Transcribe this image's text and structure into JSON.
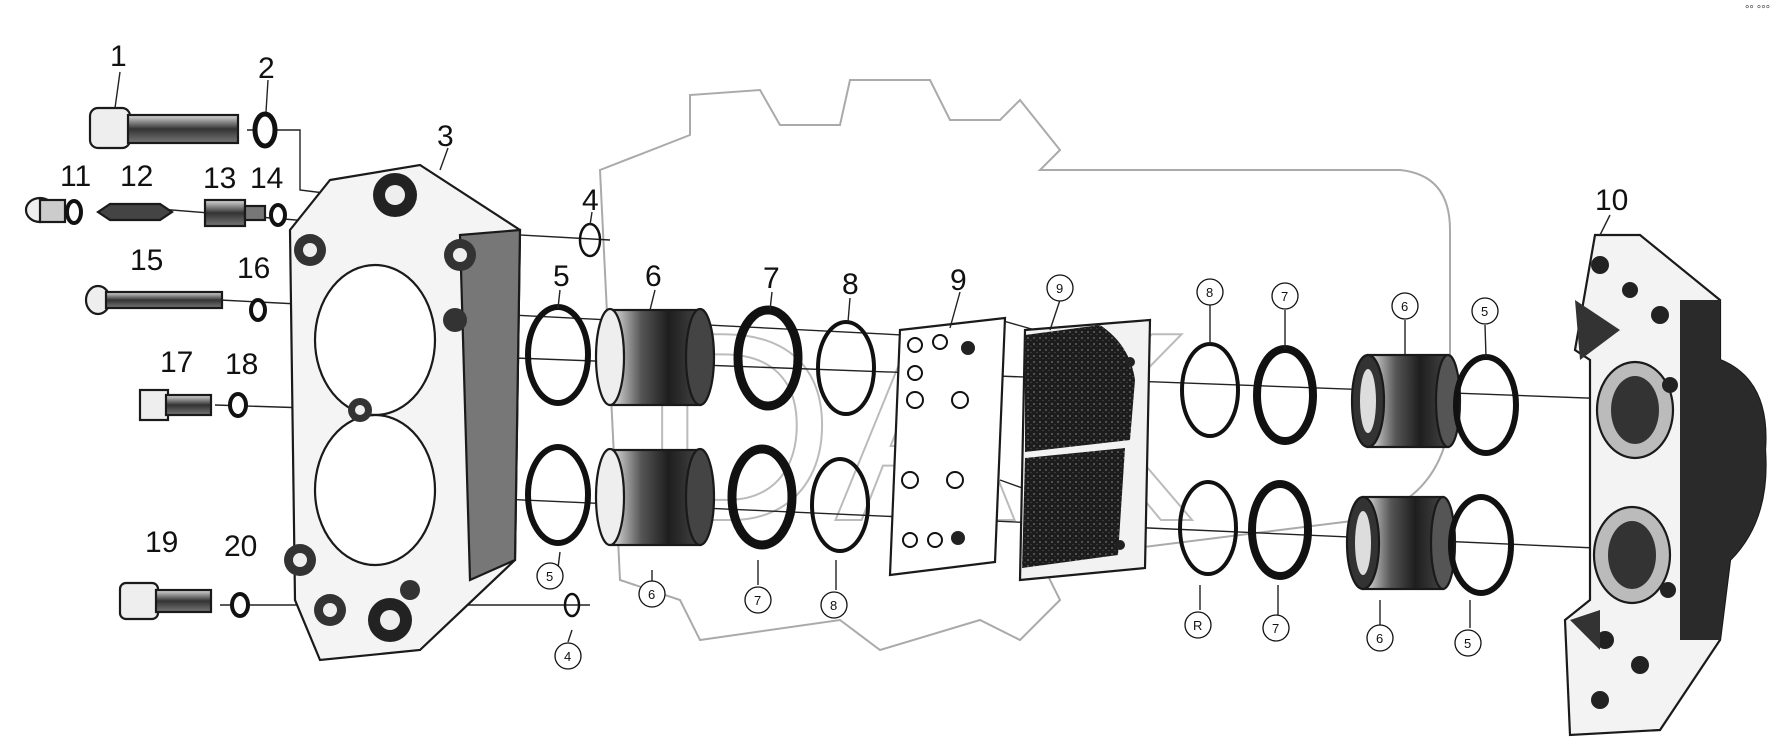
{
  "title": "",
  "top_labels": {
    "l1": "1",
    "l2": "2",
    "l3": "3",
    "l4": "4",
    "l5": "5",
    "l6": "6",
    "l7": "7",
    "l8": "8",
    "l9": "9",
    "l10": "10",
    "l11": "11",
    "l12": "12",
    "l13": "13",
    "l14": "14",
    "l15": "15",
    "l16": "16",
    "l17": "17",
    "l18": "18",
    "l19": "19",
    "l20": "20"
  },
  "circled_labels": {
    "c9": "9",
    "c8r": "8",
    "c7r": "7",
    "c6r": "6",
    "c5r": "5",
    "c5b": "5",
    "c6b": "6",
    "c7b": "7",
    "c8b": "8",
    "c4b": "4",
    "c8rb": "R",
    "c7rb": "7",
    "c6rb": "6",
    "c5rb": "5"
  },
  "watermark": "DAK",
  "corner_mark": "°° °°°"
}
